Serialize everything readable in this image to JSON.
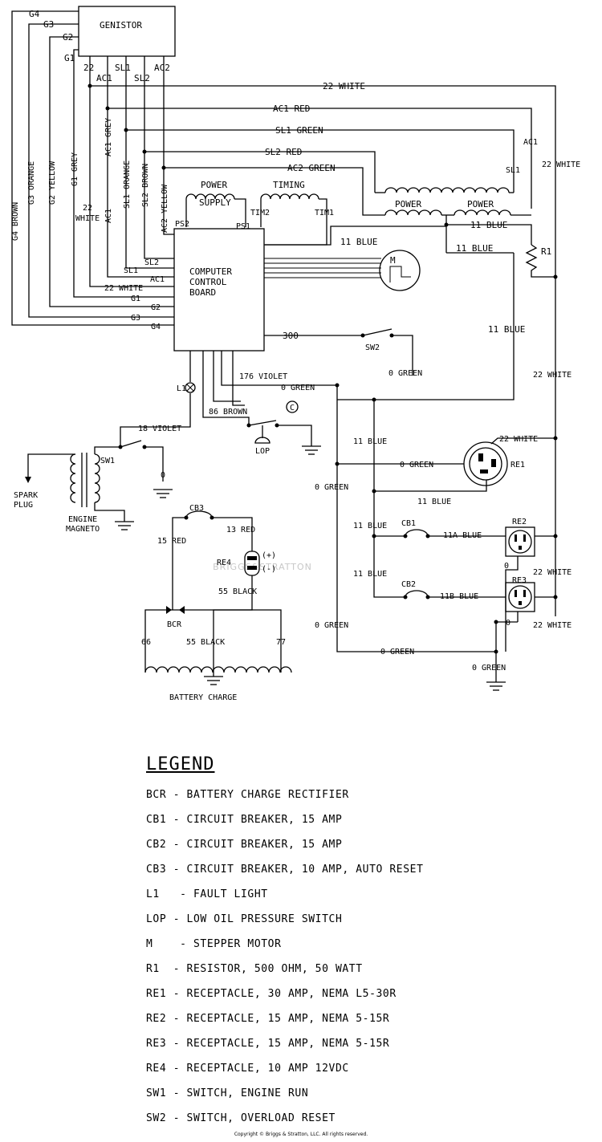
{
  "genistor": "GENISTOR",
  "ccb": [
    "COMPUTER",
    "CONTROL",
    "BOARD"
  ],
  "power_supply": [
    "POWER",
    "SUPPLY"
  ],
  "timing": "TIMING",
  "power_coil": "POWER",
  "motor_symbol": "M",
  "pins": {
    "g4": "G4",
    "g3": "G3",
    "g2": "G2",
    "g1": "G1",
    "w22": "22",
    "ac1": "AC1",
    "sl1": "SL1",
    "sl2": "SL2",
    "ac2": "AC2",
    "ps2": "PS2",
    "ps1": "PS1",
    "tim2": "TIM2",
    "tim1": "TIM1",
    "w300": "300",
    "sw2": "SW2",
    "sw1": "SW1",
    "l1": "L1",
    "lop": "LOP",
    "r1": "R1",
    "re1": "RE1",
    "re2": "RE2",
    "re3": "RE3",
    "re4": "RE4",
    "cb1": "CB1",
    "cb2": "CB2",
    "cb3": "CB3",
    "bcr": "BCR",
    "n66": "66",
    "n77": "77",
    "zero": "0",
    "ground_c": "C",
    "plus": "(+)",
    "minus": "(-)"
  },
  "wires": {
    "w22_white": "22 WHITE",
    "ac1_red": "AC1 RED",
    "sl1_green": "SL1 GREEN",
    "sl2_red": "SL2 RED",
    "ac2_green": "AC2 GREEN",
    "ac1": "AC1",
    "sl1": "SL1",
    "w22_white_r": "22 WHITE",
    "b11": "11 BLUE",
    "w11": "11",
    "w22": "22",
    "white": "WHITE",
    "g4_brown": "G4 BROWN",
    "g3_orange": "G3 ORANGE",
    "g2_yellow": "G2 YELLOW",
    "g1_grey": "G1 GREY",
    "ac1_grey": "AC1 GREY",
    "sl1_orange": "SL1 ORANGE",
    "sl2_brown": "SL2 BROWN",
    "ac2_yellow": "AC2 YELLOW",
    "w22_white_ccb": "22 WHITE",
    "v176": "176 VIOLET",
    "g0": "0 GREEN",
    "brown86": "86 BROWN",
    "violet18": "18 VIOLET",
    "a11": "11A BLUE",
    "b11b": "11B BLUE",
    "r15": "15 RED",
    "r13": "13 RED",
    "k55": "55 BLACK",
    "k55b": "55 BLACK"
  },
  "labels": {
    "spark": [
      "SPARK",
      "PLUG"
    ],
    "magneto": [
      "ENGINE",
      "MAGNETO"
    ],
    "battery": "BATTERY CHARGE",
    "watermark": "BRIGGS&STRATTON"
  },
  "legend": {
    "title": "LEGEND",
    "items": [
      "BCR - BATTERY CHARGE RECTIFIER",
      "CB1 - CIRCUIT BREAKER, 15 AMP",
      "CB2 - CIRCUIT BREAKER, 15 AMP",
      "CB3 - CIRCUIT BREAKER, 10 AMP, AUTO RESET",
      "L1   - FAULT LIGHT",
      "LOP - LOW OIL PRESSURE SWITCH",
      "M    - STEPPER MOTOR",
      "R1  - RESISTOR, 500 OHM, 50 WATT",
      "RE1 - RECEPTACLE, 30 AMP, NEMA L5-30R",
      "RE2 - RECEPTACLE, 15 AMP, NEMA 5-15R",
      "RE3 - RECEPTACLE, 15 AMP, NEMA 5-15R",
      "RE4 - RECEPTACLE, 10 AMP 12VDC",
      "SW1 - SWITCH, ENGINE RUN",
      "SW2 - SWITCH, OVERLOAD RESET"
    ]
  },
  "copyright": "Copyright © Briggs & Stratton, LLC. All rights reserved."
}
